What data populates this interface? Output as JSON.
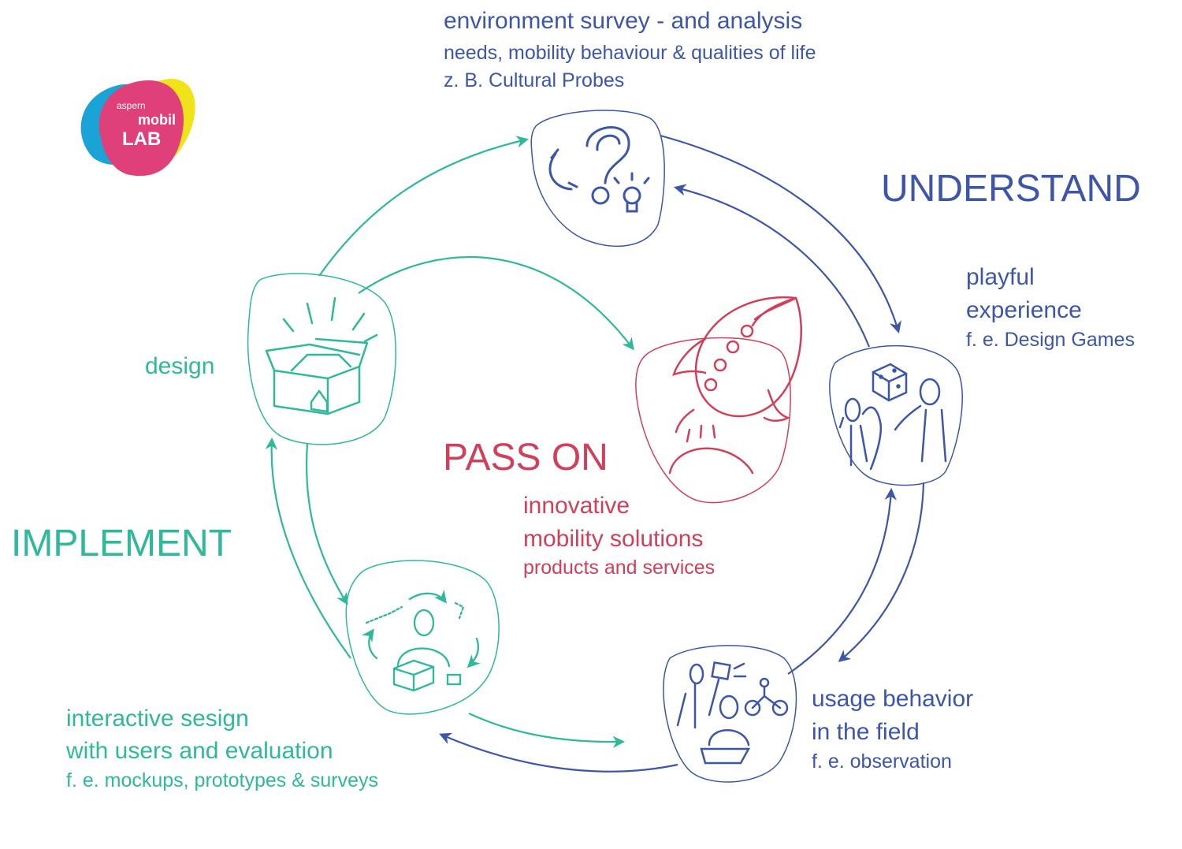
{
  "logo": {
    "line1": "aspern",
    "line2": "mobil",
    "line3": "LAB"
  },
  "phases": {
    "understand": "UNDERSTAND",
    "implement": "IMPLEMENT",
    "pass_on": "PASS ON"
  },
  "survey": {
    "title": "environment survey - and analysis",
    "line2": "needs, mobility behaviour & qualities of life",
    "line3": "z. B. Cultural Probes"
  },
  "playful": {
    "line1": "playful",
    "line2": "experience",
    "line3": "f. e. Design Games"
  },
  "usage": {
    "line1": "usage behavior",
    "line2": "in the field",
    "line3": "f. e. observation"
  },
  "interactive": {
    "line1": "interactive sesign",
    "line2": "with users and evaluation",
    "line3": "f. e. mockups, prototypes & surveys"
  },
  "design": {
    "label": "design"
  },
  "solutions": {
    "line1": "innovative",
    "line2": "mobility solutions",
    "line3": "products and services"
  },
  "colors": {
    "blue": "#3d56a8",
    "teal": "#2fb89a",
    "red": "#d0405a",
    "logo_pink": "#e0407a",
    "logo_cyan": "#1aa3d6",
    "logo_yellow": "#f2e21a"
  },
  "icons": [
    "question-lightbulb-icon",
    "dice-people-icon",
    "observation-icon",
    "prototype-icon",
    "open-box-icon",
    "rocket-icon"
  ]
}
